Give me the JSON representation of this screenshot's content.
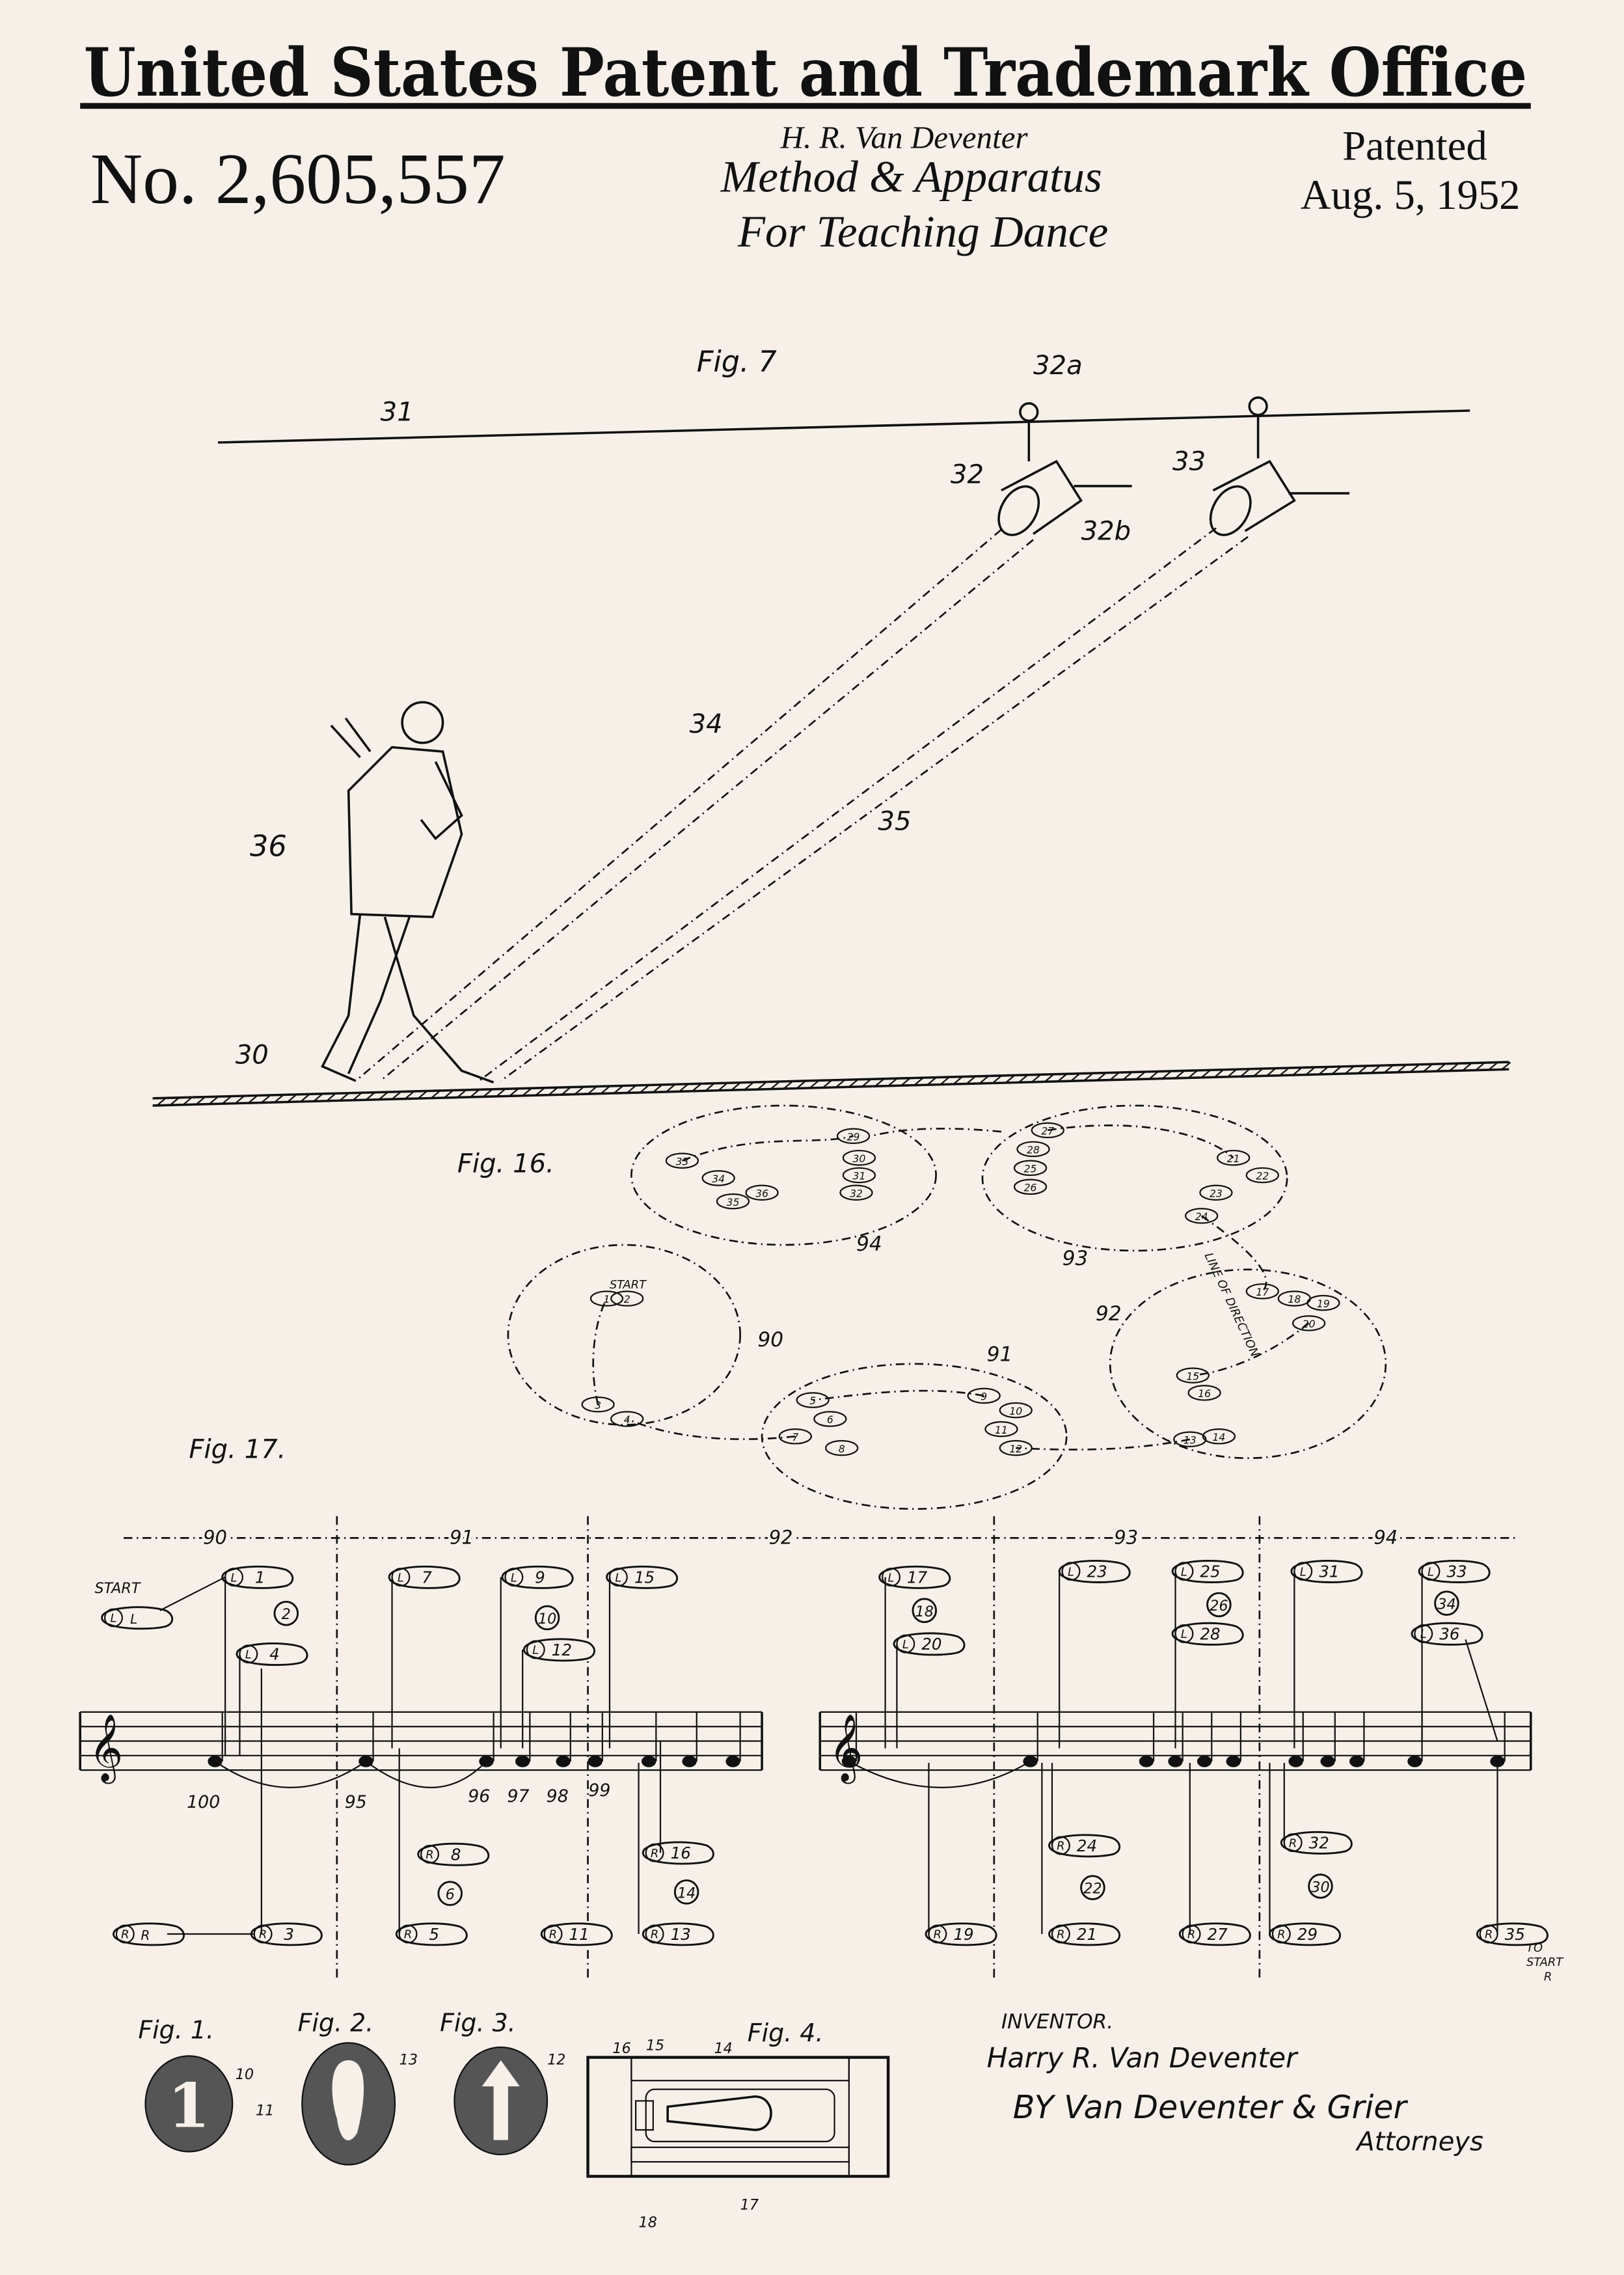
{
  "header": {
    "title": "United States Patent and Trademark Office",
    "patent_number": "No. 2,605,557",
    "inventor_short": "H. R. Van Deventer",
    "title_line1": "Method & Apparatus",
    "title_line2": "For Teaching Dance",
    "patented_label": "Patented",
    "date": "Aug. 5, 1952"
  },
  "fig7": {
    "label": "Fig. 7",
    "refs": [
      "31",
      "32a",
      "32",
      "32b",
      "33",
      "34",
      "35",
      "36",
      "30"
    ]
  },
  "fig16": {
    "label": "Fig. 16.",
    "regions": [
      "94",
      "93",
      "90",
      "91",
      "92"
    ],
    "start": "START",
    "direction": "LINE OF DIRECTION",
    "steps": [
      "29",
      "30",
      "31",
      "32",
      "33",
      "34",
      "35",
      "36",
      "27",
      "28",
      "25",
      "26",
      "21",
      "22",
      "23",
      "24",
      "17",
      "18",
      "19",
      "20",
      "15",
      "16",
      "13",
      "14",
      "9",
      "10",
      "11",
      "12",
      "5",
      "6",
      "7",
      "8",
      "1",
      "2",
      "3",
      "4"
    ]
  },
  "fig17": {
    "label": "Fig. 17.",
    "measures": [
      "90",
      "91",
      "92",
      "93",
      "94"
    ],
    "start": "START",
    "start_foot": "L",
    "start_foot_right": "R",
    "left_steps": [
      "1",
      "4",
      "7",
      "9",
      "12",
      "15",
      "17",
      "20",
      "23",
      "25",
      "28",
      "31",
      "33",
      "36"
    ],
    "right_steps": [
      "3",
      "5",
      "8",
      "11",
      "13",
      "16",
      "19",
      "21",
      "24",
      "27",
      "29",
      "32",
      "35"
    ],
    "circle_steps": [
      "2",
      "10",
      "18",
      "26",
      "34",
      "6",
      "14",
      "22",
      "30"
    ],
    "note_refs": [
      "100",
      "95",
      "96",
      "97",
      "98",
      "99"
    ],
    "to_start": [
      "TO",
      "START",
      "R"
    ]
  },
  "bottom": {
    "fig_labels": [
      "Fig. 1.",
      "Fig. 2.",
      "Fig. 3.",
      "Fig. 4."
    ],
    "refs": [
      "10",
      "11",
      "13",
      "12",
      "16",
      "15",
      "14",
      "17",
      "18"
    ],
    "disc_glyph_1": "1",
    "inventor_label": "INVENTOR.",
    "inventor_name": "Harry R. Van Deventer",
    "by_line": "BY Van Deventer & Grier",
    "attorneys": "Attorneys"
  }
}
